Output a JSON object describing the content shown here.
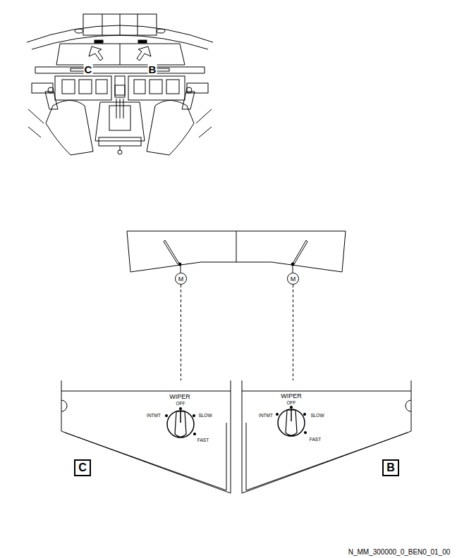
{
  "diagram": {
    "nodes": [
      {
        "text": [
          "M"
        ]
      },
      {
        "text": [
          "M"
        ]
      },
      {
        "text": [
          "WIPER",
          "OFF",
          "INTMT",
          "SLOW",
          "FAST"
        ]
      },
      {
        "text": [
          "WIPER",
          "OFF",
          "INTMT",
          "SLOW",
          "FAST"
        ]
      },
      {
        "text": [
          "C"
        ]
      },
      {
        "text": [
          "B"
        ]
      }
    ],
    "edges": [
      {
        "from": 0,
        "to": 2,
        "arrow": "none"
      },
      {
        "from": 1,
        "to": 3,
        "arrow": "none"
      }
    ],
    "labels": [
      "C",
      "B",
      "N_MM_300000_0_BEN0_01_00"
    ]
  }
}
